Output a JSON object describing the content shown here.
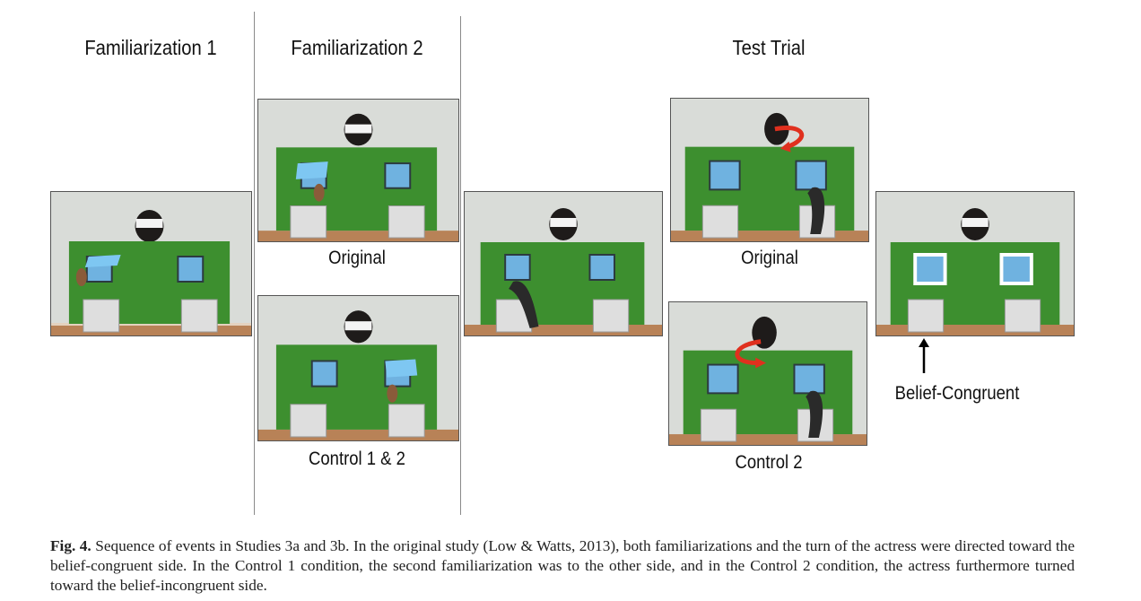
{
  "columns": {
    "fam1_title": "Familiarization 1",
    "fam2_title": "Familiarization 2",
    "test_title": "Test Trial"
  },
  "labels": {
    "fam2_top": "Original",
    "fam2_bottom": "Control 1 & 2",
    "test_top": "Original",
    "test_bottom": "Control 2",
    "belief": "Belief-Congruent"
  },
  "caption": {
    "fig_label": "Fig. 4.",
    "text": " Sequence of events in Studies 3a and 3b. In the original study (Low & Watts, 2013), both familiarizations and the turn of the actress were directed toward the belief-congruent side. In the Control 1 condition, the second familiarization was to the other side, and in the Control 2 condition, the actress furthermore turned toward the belief-incongruent side."
  },
  "colors": {
    "board_green": "#3d8f2f",
    "window_blue": "#6fb2e0",
    "arrow_red": "#e0301e"
  }
}
